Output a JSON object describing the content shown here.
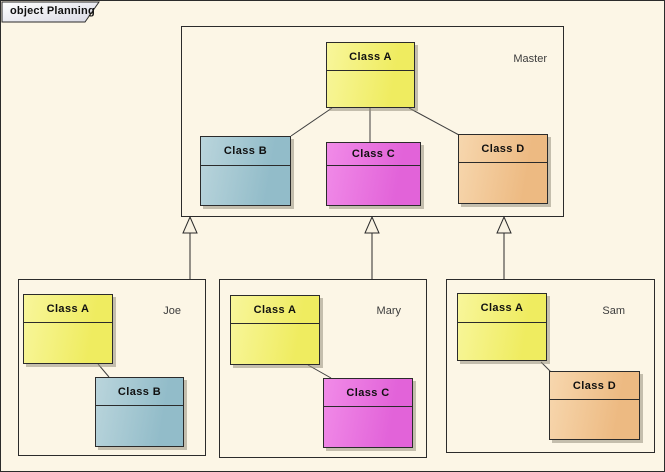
{
  "diagram": {
    "tab_title": "object Planning",
    "frames": {
      "master": {
        "label": "Master"
      },
      "joe": {
        "label": "Joe"
      },
      "mary": {
        "label": "Mary"
      },
      "sam": {
        "label": "Sam"
      }
    },
    "classes": {
      "master_a": {
        "name": "Class A",
        "fill": "#F0EE68"
      },
      "master_b": {
        "name": "Class B",
        "fill": "#9BC2CE"
      },
      "master_c": {
        "name": "Class C",
        "fill": "#E76EDE"
      },
      "master_d": {
        "name": "Class D",
        "fill": "#F1C28F"
      },
      "joe_a": {
        "name": "Class A",
        "fill": "#F0EE68"
      },
      "joe_b": {
        "name": "Class B",
        "fill": "#9BC2CE"
      },
      "mary_a": {
        "name": "Class A",
        "fill": "#F0EE68"
      },
      "mary_c": {
        "name": "Class C",
        "fill": "#E76EDE"
      },
      "sam_a": {
        "name": "Class A",
        "fill": "#F0EE68"
      },
      "sam_d": {
        "name": "Class D",
        "fill": "#F1C28F"
      }
    },
    "colors": {
      "background": "#FCF6E6",
      "border": "#2B2B2B",
      "shadow": "#96907E",
      "yellow": "#F0EE68",
      "blue": "#9BC2CE",
      "magenta": "#E76EDE",
      "orange": "#F1C28F",
      "tab_fill_start": "#FFFFFF",
      "tab_fill_end": "#D8D8E4"
    }
  }
}
